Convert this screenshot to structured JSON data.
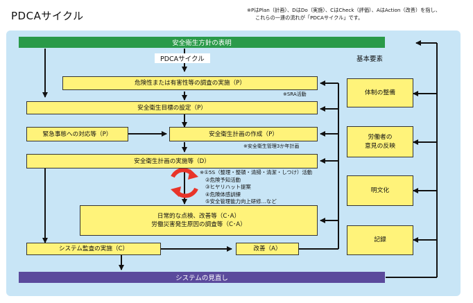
{
  "title": "PDCAサイクル",
  "note": {
    "line1": "※PはPlan（計画）、DはDo（実施）、CはCheck（評価）、AはAction（改善）を指し、",
    "line2": "これらの一連の流れが「PDCAサイクル」です。"
  },
  "top_bar": "安全衛生方針の表明",
  "bottom_bar": "システムの見直し",
  "pdca_label": "PDCAサイクル",
  "basic_label": "基本要素",
  "boxes": {
    "investigation": "危険性または有害性等の調査の実施（P）",
    "goal": "安全衛生目標の設定（P）",
    "emergency": "緊急事態への対応等（P）",
    "plan": "安全衛生計画の作成（P）",
    "implement": "安全衛生計画の実施等（D）",
    "daily_line1": "日常的な点検、改善等（C･A）",
    "daily_line2": "労働災害発生原因の調査等（C･A）",
    "audit": "システム監査の実施（C）",
    "improve": "改善（A）"
  },
  "notes": {
    "sra": "※SRA活動",
    "three_year": "※安全衛生管理3か年計画"
  },
  "activities": [
    "※①5S（整理・整頓・清掃・清潔・しつけ）活動",
    "②危険予知活動",
    "③ヒヤリハット提案",
    "④危険体感訓練",
    "⑤安全管理能力向上研修…など"
  ],
  "side": [
    "体制の整備",
    "労働者の\n意見の反映",
    "明文化",
    "記録"
  ],
  "colors": {
    "top_bar": "#2a9a49",
    "bottom_bar": "#5b4a9c",
    "box_fill": "#fff37a",
    "panel": "#c8e5f6",
    "cycle_icon": "#e8342a"
  },
  "icons": [
    "cycle-icon"
  ]
}
